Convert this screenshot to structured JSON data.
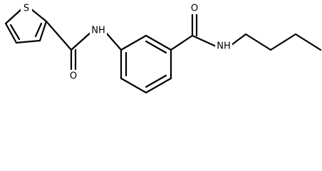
{
  "structure": {
    "type": "skeletal-formula",
    "atoms": {
      "sulfur": "S",
      "amide_nh_left": "NH",
      "amide_o_left": "O",
      "amide_o_right": "O",
      "amide_nh_right": "NH"
    }
  },
  "colors": {
    "bond": "#000000",
    "background": "#ffffff"
  }
}
